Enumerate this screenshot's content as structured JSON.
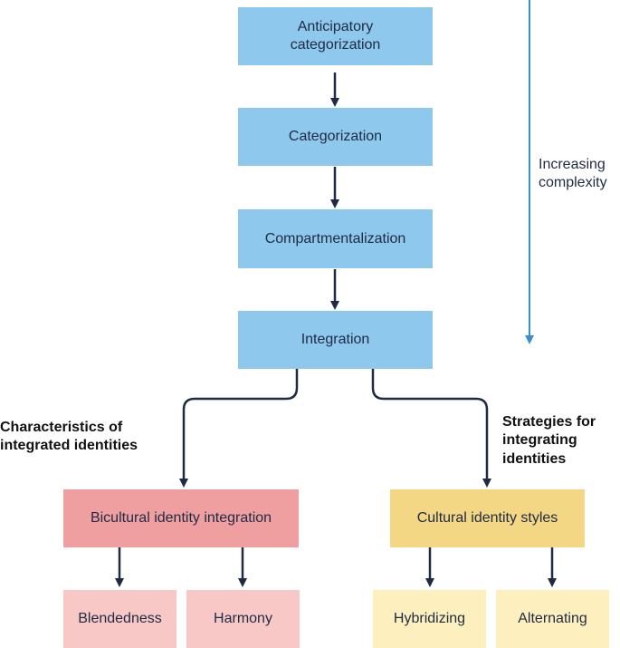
{
  "colors": {
    "progression_box": "#8ec8ec",
    "characteristics_main": "#ef9fa0",
    "characteristics_sub": "#f8c8c6",
    "strategies_main": "#f3d785",
    "strategies_sub": "#fdf0be",
    "arrow": "#1f2a44",
    "complexity_arrow": "#3b8fd1"
  },
  "progression": {
    "stage1": "Anticipatory categorization",
    "stage2": "Categorization",
    "stage3": "Compartmentalization",
    "stage4": "Integration"
  },
  "complexity_label": "Increasing complexity",
  "left_branch": {
    "heading": "Characteristics of integrated identities",
    "main": "Bicultural identity integration",
    "sub1": "Blendedness",
    "sub2": "Harmony"
  },
  "right_branch": {
    "heading": "Strategies for integrating identities",
    "main": "Cultural identity styles",
    "sub1": "Hybridizing",
    "sub2": "Alternating"
  }
}
